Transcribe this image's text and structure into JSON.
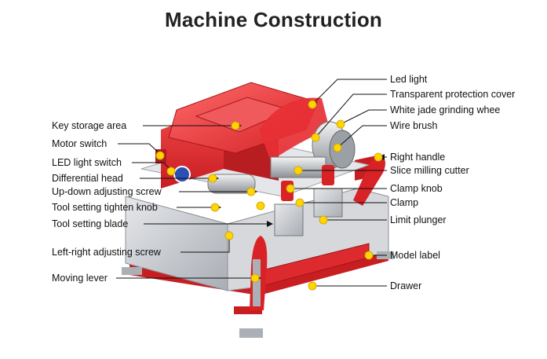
{
  "title": "Machine Construction",
  "colors": {
    "body_red": "#e3262b",
    "dark_red": "#b01b1f",
    "cover_red": "#ef3b3e",
    "steel": "#c9ccd1",
    "marker": "#ffd400",
    "line": "#111111"
  },
  "labels_left": [
    {
      "key": "key-storage-area",
      "text": "Key storage area"
    },
    {
      "key": "motor-switch",
      "text": "Motor switch"
    },
    {
      "key": "led-light-switch",
      "text": "LED light switch"
    },
    {
      "key": "differential-head",
      "text": "Differential head"
    },
    {
      "key": "up-down-adjusting-screw",
      "text": "Up-down adjusting screw"
    },
    {
      "key": "tool-setting-tighten-knob",
      "text": "Tool setting tighten knob"
    },
    {
      "key": "tool-setting-blade",
      "text": "Tool setting blade"
    },
    {
      "key": "left-right-adjusting-screw",
      "text": "Left-right adjusting screw"
    },
    {
      "key": "moving-lever",
      "text": "Moving lever"
    }
  ],
  "labels_right": [
    {
      "key": "led-light",
      "text": "Led light"
    },
    {
      "key": "transparent-protection-cover",
      "text": "Transparent protection cover"
    },
    {
      "key": "white-jade-grinding-wheel",
      "text": "White jade grinding whee"
    },
    {
      "key": "wire-brush",
      "text": "Wire brush"
    },
    {
      "key": "right-handle",
      "text": "Right handle"
    },
    {
      "key": "slice-milling-cutter",
      "text": "Slice milling cutter"
    },
    {
      "key": "clamp-knob",
      "text": "Clamp knob"
    },
    {
      "key": "clamp",
      "text": "Clamp"
    },
    {
      "key": "limit-plunger",
      "text": "Limit plunger"
    },
    {
      "key": "model-label",
      "text": "Model label"
    },
    {
      "key": "drawer",
      "text": "Drawer"
    }
  ]
}
